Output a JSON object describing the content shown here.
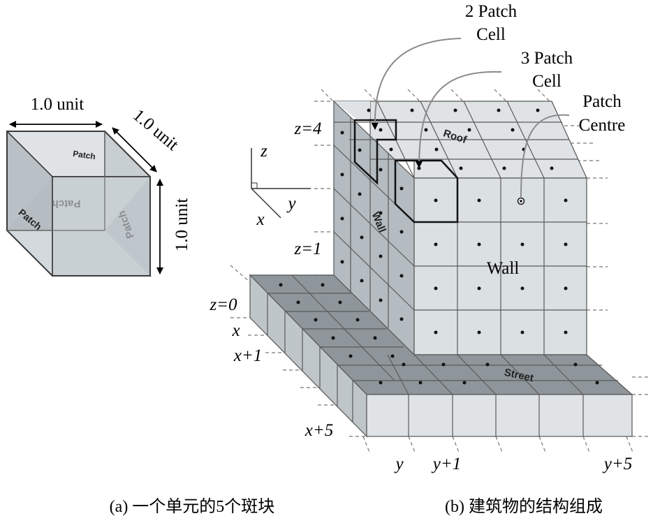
{
  "panel_a": {
    "width_label": "1.0 unit",
    "depth_label": "1.0 unit",
    "height_label": "1.0 unit",
    "patch_labels": [
      "Patch",
      "Patch",
      "Patch",
      "Patch"
    ],
    "caption": "(a)  一个单元的5个斑块"
  },
  "panel_b": {
    "callout_2patch": "2 Patch",
    "callout_2patch_cell": "Cell",
    "callout_3patch": "3 Patch",
    "callout_3patch_cell": "Cell",
    "callout_centre_1": "Patch",
    "callout_centre_2": "Centre",
    "roof_label": "Roof",
    "wall_front_label": "Wall",
    "wall_side_label": "Wall",
    "street_label": "Street",
    "axis_z": "z",
    "axis_y": "y",
    "axis_x": "x",
    "z4": "z=4",
    "z1": "z=1",
    "z0": "z=0",
    "x0": "x",
    "x1": "x+1",
    "x5": "x+5",
    "y0": "y",
    "y1": "y+1",
    "y5": "y+5",
    "caption": "(b)  建筑物的结构组成"
  }
}
